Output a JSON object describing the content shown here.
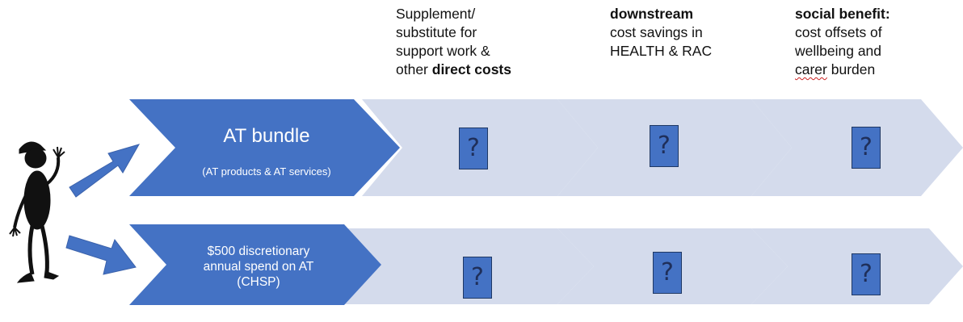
{
  "columns": [
    {
      "lines": [
        {
          "parts": [
            {
              "text": "Supplement/",
              "bold": false
            }
          ]
        },
        {
          "parts": [
            {
              "text": "substitute for",
              "bold": false
            }
          ]
        },
        {
          "parts": [
            {
              "text": "support work &",
              "bold": false
            }
          ]
        },
        {
          "parts": [
            {
              "text": "other ",
              "bold": false
            },
            {
              "text": "direct costs",
              "bold": true
            }
          ]
        }
      ]
    },
    {
      "lines": [
        {
          "parts": [
            {
              "text": "downstream",
              "bold": true
            }
          ]
        },
        {
          "parts": [
            {
              "text": "cost savings in",
              "bold": false
            }
          ]
        },
        {
          "parts": [
            {
              "text": "HEALTH & RAC",
              "bold": false
            }
          ]
        }
      ]
    },
    {
      "lines": [
        {
          "parts": [
            {
              "text": "social benefit:",
              "bold": true
            }
          ]
        },
        {
          "parts": [
            {
              "text": "cost offsets of",
              "bold": false
            }
          ]
        },
        {
          "parts": [
            {
              "text": " wellbeing and",
              "bold": false
            }
          ]
        },
        {
          "parts": [
            {
              "text": "carer",
              "bold": false,
              "squiggle": true
            },
            {
              "text": " burden",
              "bold": false
            }
          ]
        }
      ]
    }
  ],
  "rows": [
    {
      "title": "AT bundle",
      "subtitle": "(AT products & AT services)"
    },
    {
      "lines": [
        "$500 discretionary",
        "annual spend on AT",
        "(CHSP)"
      ]
    }
  ],
  "question_mark": "?",
  "colors": {
    "primary_blue": "#4472c4",
    "light_chevron": "#d4dbec",
    "dark_outline": "#1f3864",
    "figure_black": "#111111"
  }
}
